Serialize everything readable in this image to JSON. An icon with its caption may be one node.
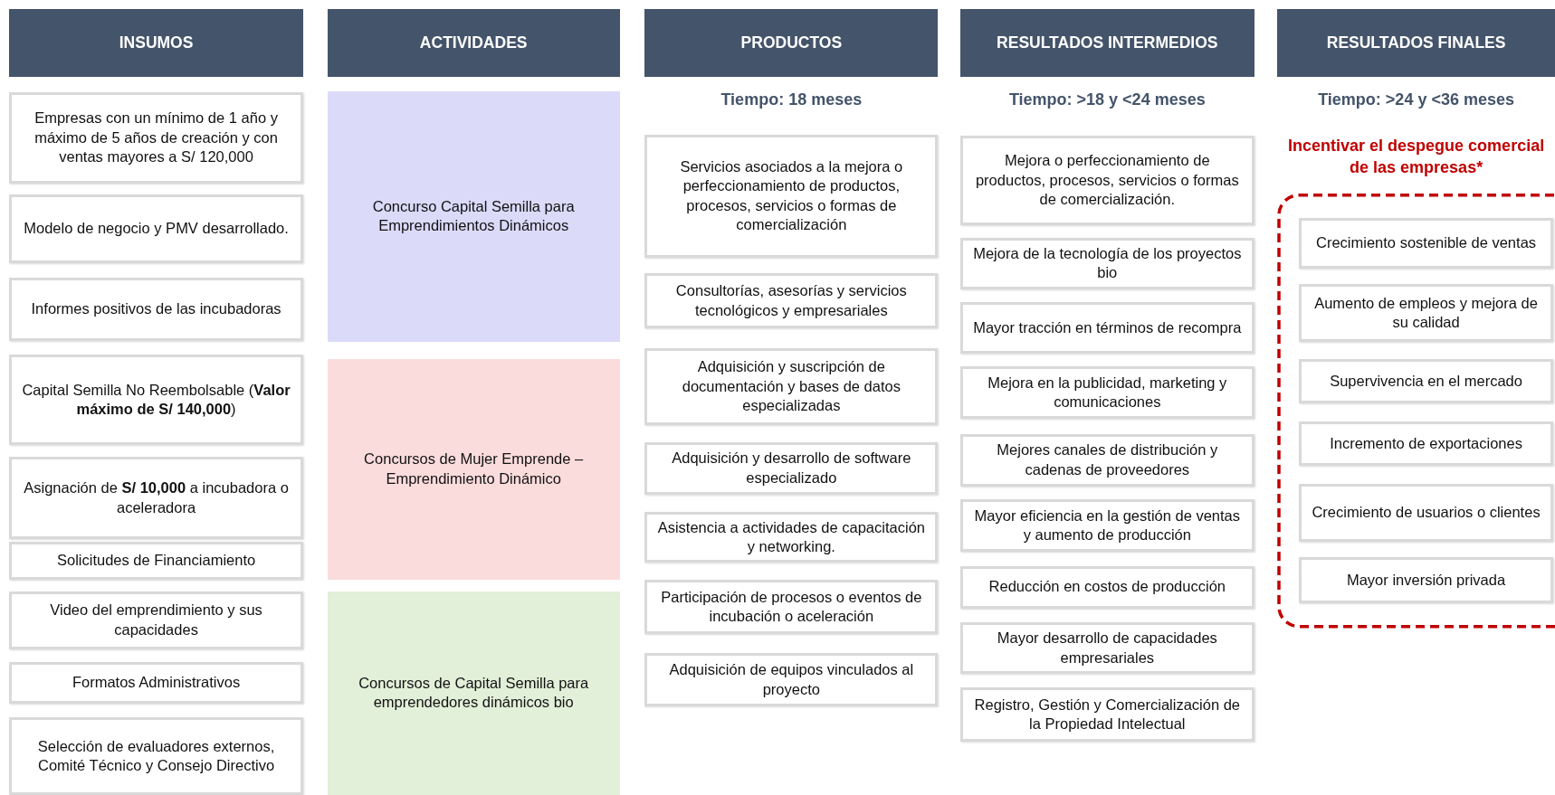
{
  "diagram": {
    "nodes": [
      {
        "text": [
          "INSUMOS"
        ]
      },
      {
        "text": [
          "Empresas con un mínimo de 1 año y máximo de 5 años de creación y con ventas mayores a S/ 120,000"
        ]
      },
      {
        "text": [
          "Modelo de negocio y PMV desarrollado."
        ]
      },
      {
        "text": [
          "Informes positivos de las incubadoras"
        ]
      },
      {
        "text": [
          "Capital Semilla No Reembolsable (**Valor máximo de S/ 140,000**)"
        ]
      },
      {
        "text": [
          "Asignación de **S/ 10,000** a incubadora o aceleradora"
        ]
      },
      {
        "text": [
          "Solicitudes de Financiamiento"
        ]
      },
      {
        "text": [
          "Video del emprendimiento y sus capacidades"
        ]
      },
      {
        "text": [
          "Formatos Administrativos"
        ]
      },
      {
        "text": [
          "Selección de evaluadores externos, Comité Técnico y Consejo Directivo"
        ]
      },
      {
        "text": [
          "ACTIVIDADES"
        ]
      },
      {
        "text": [
          "Concurso Capital Semilla para Emprendimientos Dinámicos"
        ]
      },
      {
        "text": [
          "Concursos de Mujer Emprende – Emprendimiento Dinámico"
        ]
      },
      {
        "text": [
          "Concursos de Capital Semilla para emprendedores dinámicos bio"
        ]
      },
      {
        "text": [
          "PRODUCTOS"
        ]
      },
      {
        "text": [
          "Servicios asociados a la mejora o perfeccionamiento de productos, procesos, servicios o formas de comercialización"
        ]
      },
      {
        "text": [
          "Consultorías, asesorías y servicios tecnológicos y empresariales"
        ]
      },
      {
        "text": [
          "Adquisición y suscripción de documentación y bases de datos especializadas"
        ]
      },
      {
        "text": [
          "Adquisición y desarrollo de software especializado"
        ]
      },
      {
        "text": [
          "Asistencia a actividades de capacitación y networking."
        ]
      },
      {
        "text": [
          "Participación de procesos o eventos de incubación o aceleración"
        ]
      },
      {
        "text": [
          "Adquisición de equipos vinculados al proyecto"
        ]
      },
      {
        "text": [
          "RESULTADOS INTERMEDIOS"
        ]
      },
      {
        "text": [
          "Mejora o perfeccionamiento de productos, procesos, servicios o formas de comercialización."
        ]
      },
      {
        "text": [
          "Mejora de la tecnología de los proyectos bio"
        ]
      },
      {
        "text": [
          "Mayor tracción en términos de recompra"
        ]
      },
      {
        "text": [
          "Mejora en la publicidad, marketing y comunicaciones"
        ]
      },
      {
        "text": [
          "Mejores canales de distribución y cadenas de proveedores"
        ]
      },
      {
        "text": [
          "Mayor eficiencia en la gestión de ventas y aumento de producción"
        ]
      },
      {
        "text": [
          "Reducción en costos de producción"
        ]
      },
      {
        "text": [
          "Mayor desarrollo de capacidades empresariales"
        ]
      },
      {
        "text": [
          "Registro, Gestión y Comercialización de la Propiedad Intelectual"
        ]
      },
      {
        "text": [
          "RESULTADOS FINALES"
        ]
      },
      {
        "text": [
          "Incentivar el despegue comercial de las empresas*"
        ]
      },
      {
        "text": [
          "Crecimiento sostenible de ventas"
        ],
        "in": 33
      },
      {
        "text": [
          "Aumento de empleos y mejora de su calidad"
        ],
        "in": 33
      },
      {
        "text": [
          "Supervivencia en el mercado"
        ],
        "in": 33
      },
      {
        "text": [
          "Incremento de exportaciones"
        ],
        "in": 33
      },
      {
        "text": [
          "Crecimiento de usuarios o clientes"
        ],
        "in": 33
      },
      {
        "text": [
          "Mayor inversión privada"
        ],
        "in": 33
      }
    ],
    "edges": [],
    "labels": [
      "Tiempo: 18 meses",
      "Tiempo: >18 y <24 meses",
      "Tiempo: >24 y <36 meses"
    ]
  }
}
